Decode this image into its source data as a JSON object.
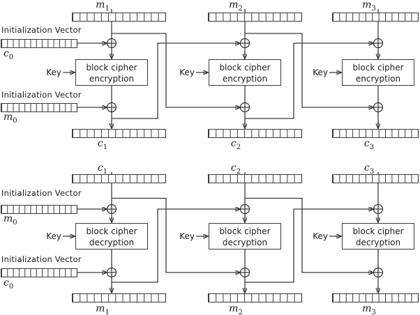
{
  "colors": {
    "line": "#3a3a3a",
    "text": "#1c1c1c",
    "background": "#ffffff",
    "cell_fill": "#fdfdfd"
  },
  "labels": {
    "iv": "Initialization Vector",
    "key": "Key"
  },
  "encryption": {
    "box_line1": "block cipher",
    "box_line2": "encryption",
    "iv_top": {
      "base": "c",
      "sub": "0"
    },
    "iv_bottom": {
      "base": "m",
      "sub": "0"
    },
    "stages": [
      {
        "input": {
          "base": "m",
          "sub": "1"
        },
        "output": {
          "base": "c",
          "sub": "1"
        }
      },
      {
        "input": {
          "base": "m",
          "sub": "2"
        },
        "output": {
          "base": "c",
          "sub": "2"
        }
      },
      {
        "input": {
          "base": "m",
          "sub": "3"
        },
        "output": {
          "base": "c",
          "sub": "3"
        }
      }
    ]
  },
  "decryption": {
    "box_line1": "block cipher",
    "box_line2": "decryption",
    "iv_top": {
      "base": "m",
      "sub": "0"
    },
    "iv_bottom": {
      "base": "c",
      "sub": "0"
    },
    "stages": [
      {
        "input": {
          "base": "c",
          "sub": "1"
        },
        "output": {
          "base": "m",
          "sub": "1"
        }
      },
      {
        "input": {
          "base": "c",
          "sub": "2"
        },
        "output": {
          "base": "m",
          "sub": "2"
        }
      },
      {
        "input": {
          "base": "c",
          "sub": "3"
        },
        "output": {
          "base": "m",
          "sub": "3"
        }
      }
    ]
  }
}
